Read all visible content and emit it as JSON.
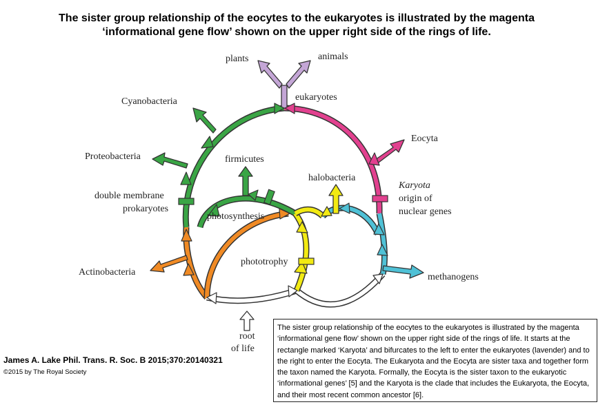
{
  "title": {
    "line1": "The sister group relationship of the eocytes to the eukaryotes is illustrated by the magenta",
    "line2": "‘informational gene flow’ shown on the upper right side of the rings of life."
  },
  "labels": {
    "plants": "plants",
    "animals": "animals",
    "eukaryotes": "eukaryotes",
    "cyanobacteria": "Cyanobacteria",
    "eocyta": "Eocyta",
    "proteobacteria": "Proteobacteria",
    "firmicutes": "firmicutes",
    "halobacteria": "halobacteria",
    "karyota_line1": "Karyota",
    "karyota_line2": "origin of",
    "karyota_line3": "nuclear genes",
    "double_membrane_line1": "double membrane",
    "double_membrane_line2": "prokaryotes",
    "photosynthesis": "photosynthesis",
    "phototrophy": "phototrophy",
    "actinobacteria": "Actinobacteria",
    "methanogens": "methanogens",
    "root_line1": "root",
    "root_line2": "of life"
  },
  "colors": {
    "green": "#3aa545",
    "orange": "#f08a24",
    "yellow": "#f2ea12",
    "cyan": "#4fc1d6",
    "magenta": "#e2418f",
    "lavender": "#c4a6d6",
    "root_white": "#ffffff"
  },
  "citation": "James A. Lake Phil. Trans. R. Soc. B 2015;370:20140321",
  "copyright": "©2015 by The Royal Society",
  "caption": "The sister group relationship of the eocytes to the eukaryotes is illustrated by the magenta ‘informational gene flow’ shown on the upper right side of the rings of life. It starts at the rectangle marked ‘Karyota’ and bifurcates to the left to enter the eukaryotes (lavender) and to the right to enter the Eocyta. The Eukaryota and the Eocyta are sister taxa and together form the taxon named the Karyota. Formally, the Eocyta is the sister taxon to the eukaryotic ‘informational genes’ [5] and the Karyota is the clade that includes the Eukaryota, the Eocyta, and their most recent common ancestor [6]."
}
